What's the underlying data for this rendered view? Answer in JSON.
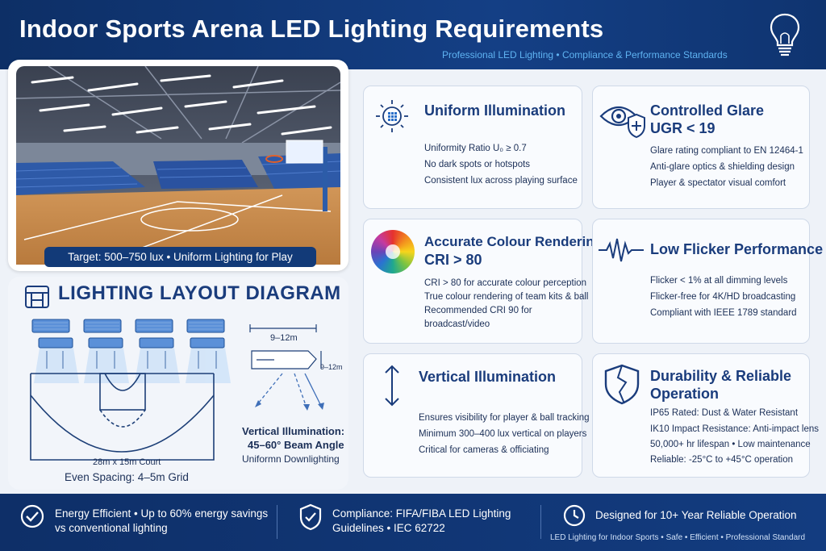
{
  "header": {
    "title": "Indoor Sports Arena LED Lighting Requirements",
    "subtitle": "Professional LED Lighting • Compliance & Performance Standards",
    "icon": "lightbulb-icon"
  },
  "photo": {
    "banner": "Target: 500–750 lux • Uniform Lighting for Play"
  },
  "layout": {
    "title": "LIGHTING LAYOUT DIAGRAM",
    "court_caption": "28m x 15m Court",
    "spacing_caption": "Even Spacing: 4–5m Grid",
    "dim_top": "9–12m",
    "dim_side": "9–12m",
    "vert_caption_1": "Vertical Illumination:",
    "vert_caption_2": "45–60° Beam Angle",
    "vert_caption_3": "Uniformn Downlighting"
  },
  "cards": {
    "uniform": {
      "title": "Uniform Illumination",
      "lines": [
        "Uniformity Ratio U₀ ≥ 0.7",
        "No dark spots or hotspots",
        "Consistent lux across playing surface"
      ]
    },
    "glare": {
      "title": "Controlled Glare",
      "title2": "UGR < 19",
      "lines": [
        "Glare rating compliant to EN 12464-1",
        "Anti-glare optics & shielding design",
        "Player & spectator visual comfort"
      ]
    },
    "colour": {
      "title": "Accurate Colour Rendering",
      "title2": "CRI > 80",
      "lines": [
        "CRI > 80 for accurate colour perception",
        "True colour rendering of team kits & ball",
        "Recommended CRI 90 for",
        "broadcast/video"
      ]
    },
    "flicker": {
      "title": "Low Flicker Performance",
      "lines": [
        "Flicker < 1% at all dimming levels",
        "Flicker-free for 4K/HD broadcasting",
        "Compliant with IEEE 1789 standard"
      ]
    },
    "vertical": {
      "title": "Vertical Illumination",
      "lines": [
        "Ensures visibility for player & ball tracking",
        "Minimum 300–400 lux vertical on players",
        "Critical for cameras & officiating"
      ]
    },
    "durability": {
      "title": "Durability & Reliable",
      "title2": "Operation",
      "lines": [
        "IP65 Rated: Dust & Water Resistant",
        "IK10 Impact Resistance: Anti-impact lens",
        "50,000+ hr lifespan • Low maintenance",
        "Reliable: -25°C to +45°C operation"
      ]
    }
  },
  "footer": {
    "energy_1": "Energy Efficient • Up to 60% energy savings",
    "energy_2": "vs conventional lighting",
    "compliance_1": "Compliance: FIFA/FIBA LED Lighting",
    "compliance_2": "Guidelines • IEC 62722",
    "designed": "Designed for 10+ Year Reliable Operation",
    "tagline": "LED Lighting for Indoor Sports • Safe • Efficient • Professional Standard"
  },
  "colors": {
    "navy": "#0d2f66",
    "accent_blue": "#5fb3f2",
    "card_title": "#1a3c7c"
  }
}
